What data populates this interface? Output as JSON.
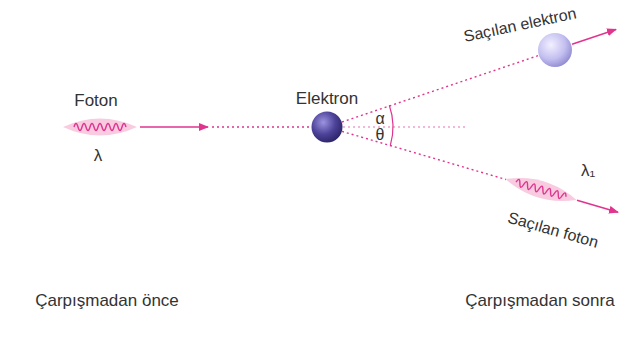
{
  "diagram": {
    "labels": [
      "Foton",
      "λ",
      "Elektron",
      "Saçılan elektron",
      "α",
      "θ",
      "λ₁",
      "Saçılan foton",
      "Çarpışmadan önce",
      "Çarpışmadan sonra"
    ]
  }
}
